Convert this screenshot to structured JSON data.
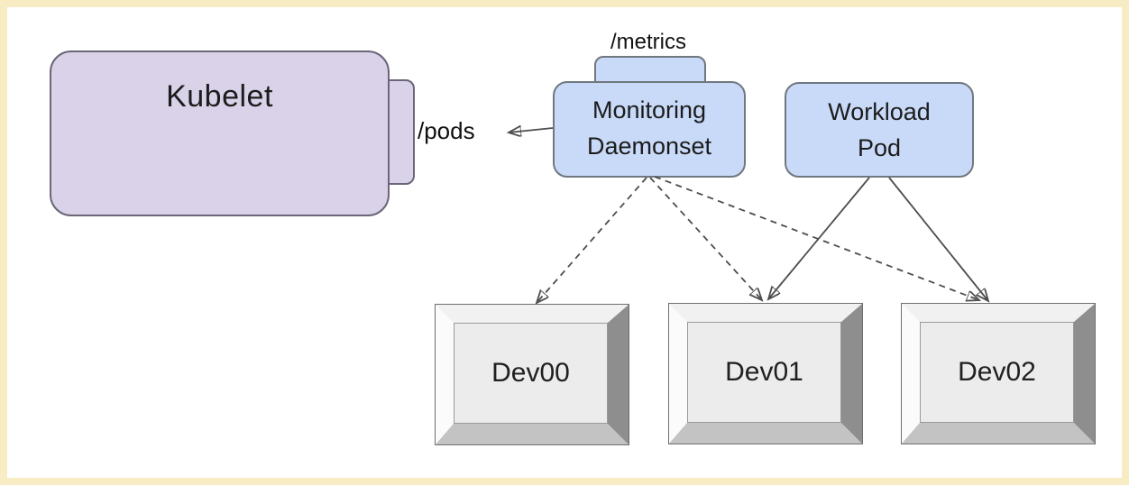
{
  "diagram": {
    "title_hint": "Kubernetes node monitoring diagram",
    "nodes": {
      "kubelet": {
        "label": "Kubelet"
      },
      "monitoring_daemonset": {
        "label": "Monitoring\nDaemonset"
      },
      "workload_pod": {
        "label": "Workload\nPod"
      },
      "dev00": {
        "label": "Dev00"
      },
      "dev01": {
        "label": "Dev01"
      },
      "dev02": {
        "label": "Dev02"
      }
    },
    "port_labels": {
      "metrics": "/metrics",
      "pods": "/pods"
    },
    "edges": [
      {
        "from": "monitoring_daemonset",
        "to": "kubelet",
        "style": "solid",
        "label": "/pods"
      },
      {
        "from": "monitoring_daemonset",
        "to": "dev00",
        "style": "dashed"
      },
      {
        "from": "monitoring_daemonset",
        "to": "dev01",
        "style": "dashed"
      },
      {
        "from": "monitoring_daemonset",
        "to": "dev02",
        "style": "dashed"
      },
      {
        "from": "workload_pod",
        "to": "dev01",
        "style": "solid"
      },
      {
        "from": "workload_pod",
        "to": "dev02",
        "style": "solid"
      }
    ],
    "colors": {
      "frame_border": "#f8ecc4",
      "kubelet_fill": "#d9d2e9",
      "pod_fill": "#c9daf8",
      "dev_face": "#ececec",
      "arrow_stroke": "#4d4d4d"
    }
  }
}
